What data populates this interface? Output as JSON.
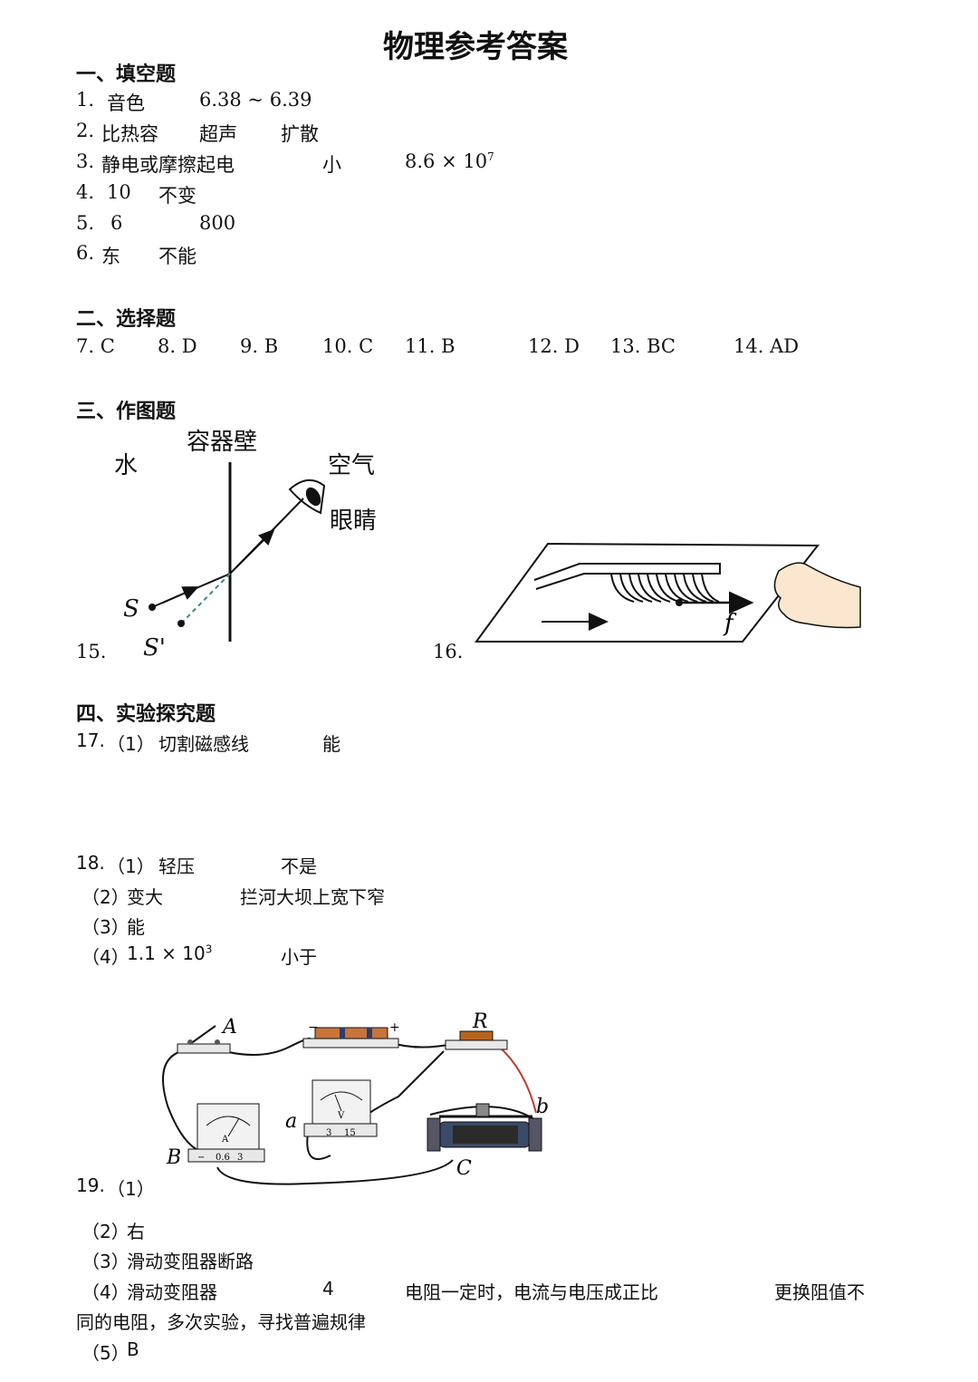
{
  "title": "物理参考答案",
  "sections": {
    "fill": {
      "heading": "一、填空题",
      "q1": {
        "num": "1.",
        "a": "音色",
        "b": "6.38 ~ 6.39"
      },
      "q2": {
        "num": "2.",
        "a": "比热容",
        "b": "超声",
        "c": "扩散"
      },
      "q3": {
        "num": "3.",
        "a": "静电或摩擦起电",
        "b": "小",
        "c_base": "8.6 × 10",
        "c_exp": "7"
      },
      "q4": {
        "num": "4.",
        "a": "10",
        "b": "不变"
      },
      "q5": {
        "num": "5.",
        "a": "6",
        "b": "800"
      },
      "q6": {
        "num": "6.",
        "a": "东",
        "b": "不能"
      }
    },
    "choice": {
      "heading": "二、选择题",
      "answers": [
        "7. C",
        "8. D",
        "9. B",
        "10. C",
        "11. B",
        "12. D",
        "13. BC",
        "14. AD"
      ]
    },
    "drawing": {
      "heading": "三、作图题",
      "q15": {
        "num": "15.",
        "water": "水",
        "wall": "容器壁",
        "air": "空气",
        "eye": "眼睛",
        "s": "S",
        "s_prime": "S'"
      },
      "q16": {
        "num": "16.",
        "f": "f"
      }
    },
    "experiment": {
      "heading": "四、实验探究题",
      "q17": {
        "num": "17.",
        "p1": "（1）",
        "a": "切割磁感线",
        "b": "能"
      },
      "q18": {
        "num": "18.",
        "l1": {
          "p": "（1）",
          "a": "轻压",
          "b": "不是"
        },
        "l2": {
          "p": "（2）",
          "a": "变大",
          "b": "拦河大坝上宽下窄"
        },
        "l3": {
          "p": "（3）",
          "a": "能"
        },
        "l4": {
          "p": "（4）",
          "a_base": "1.1 × 10",
          "a_exp": "3",
          "b": "小于"
        }
      },
      "q19": {
        "num": "19.",
        "p1": "（1）",
        "circuit": {
          "A": "A",
          "B": "B",
          "R": "R",
          "a": "a",
          "b": "b",
          "C": "C",
          "minus": "−",
          "plus": "+",
          "amm_scale_1": "0.6",
          "amm_scale_2": "3",
          "volt_scale_1": "3",
          "volt_scale_2": "15",
          "amm_letter": "A",
          "volt_letter": "V"
        },
        "l2": {
          "p": "（2）",
          "a": "右"
        },
        "l3": {
          "p": "（3）",
          "a": "滑动变阻器断路"
        },
        "l4": {
          "p": "（4）",
          "a": "滑动变阻器",
          "b": "4",
          "c": "电阻一定时，电流与电压成正比",
          "d": "更换阻值不"
        },
        "l4_cont": "同的电阻，多次实验，寻找普遍规律",
        "l5": {
          "p": "（5）",
          "a": "B"
        }
      }
    }
  }
}
